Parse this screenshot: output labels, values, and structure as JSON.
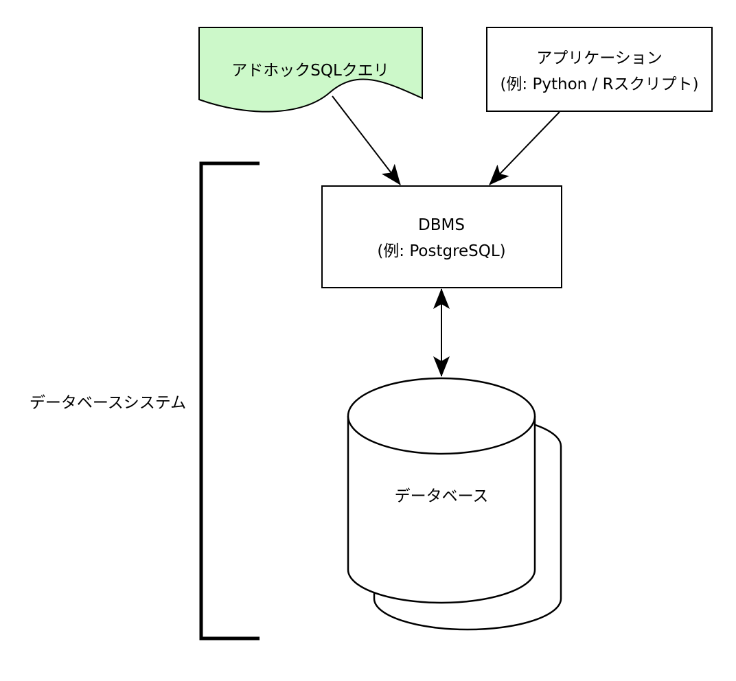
{
  "nodes": {
    "adhoc_query": {
      "label": "アドホックSQLクエリ",
      "fill": "#ccf8c9"
    },
    "application": {
      "line1": "アプリケーション",
      "line2": "(例: Python / Rスクリプト)",
      "fill": "#ffffff"
    },
    "dbms": {
      "line1": "DBMS",
      "line2": "(例: PostgreSQL)",
      "fill": "#ffffff"
    },
    "database": {
      "label": "データベース",
      "fill": "#ffffff"
    }
  },
  "group": {
    "label": "データベースシステム"
  },
  "edges": [
    {
      "from": "adhoc_query",
      "to": "dbms",
      "direction": "forward"
    },
    {
      "from": "application",
      "to": "dbms",
      "direction": "forward"
    },
    {
      "from": "dbms",
      "to": "database",
      "direction": "both"
    }
  ],
  "colors": {
    "stroke": "#000000",
    "background": "#ffffff"
  }
}
